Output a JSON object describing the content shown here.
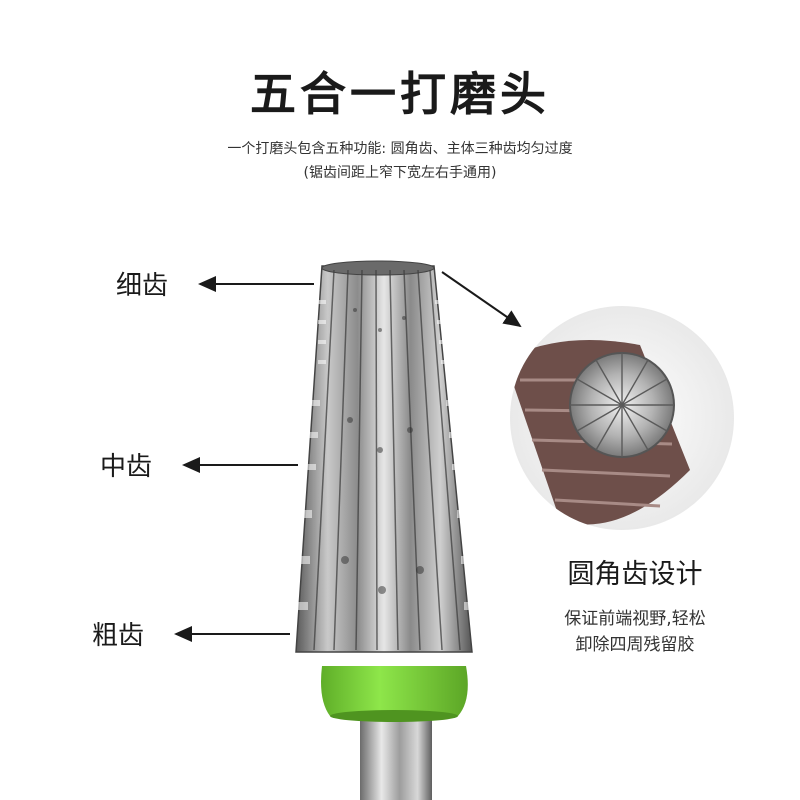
{
  "title": "五合一打磨头",
  "subtitle_line1": "一个打磨头包含五种功能: 圆角齿、主体三种齿均匀过度",
  "subtitle_line2": "(锯齿间距上窄下宽左右手通用)",
  "labels": {
    "fine": "细齿",
    "medium": "中齿",
    "coarse": "粗齿"
  },
  "feature": {
    "title": "圆角齿设计",
    "desc_line1": "保证前端视野,轻松",
    "desc_line2": "卸除四周残留胶"
  },
  "colors": {
    "collar_green": "#7dd83a",
    "metal": "#9a9a9a",
    "zoom_brown": "#6e4f4a"
  }
}
